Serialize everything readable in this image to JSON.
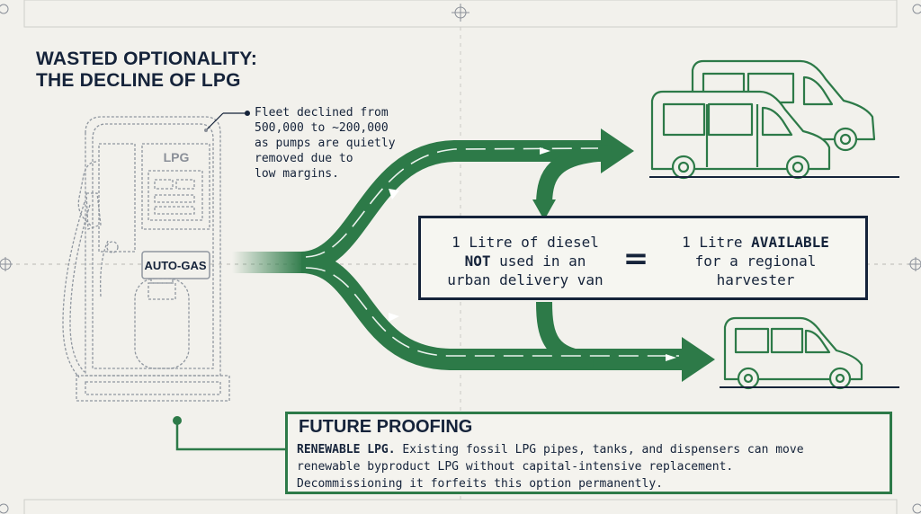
{
  "title": {
    "line1": "WASTED OPTIONALITY:",
    "line2": "THE DECLINE OF LPG"
  },
  "annotation": {
    "lines": [
      "Fleet declined from",
      "500,000 to ~200,000",
      "as pumps are quietly",
      "removed due to",
      "low margins."
    ]
  },
  "pump": {
    "top_label": "LPG",
    "sign_label": "AUTO-GAS"
  },
  "equation": {
    "left": {
      "line1": "1 Litre of diesel",
      "line2_bold": "NOT",
      "line2_rest": " used in an",
      "line3": "urban delivery van"
    },
    "sign": "=",
    "right": {
      "line1_prefix": "1 Litre ",
      "line1_bold": "AVAILABLE",
      "line2": "for a regional",
      "line3": "harvester"
    }
  },
  "future": {
    "title": "FUTURE PROOFING",
    "line1_bold": "RENEWABLE LPG.",
    "line1_rest": " Existing fossil LPG pipes, tanks, and dispensers can move",
    "line2": "renewable byproduct LPG without capital-intensive replacement.",
    "line3": "Decommissioning it forfeits this option permanently."
  },
  "colors": {
    "navy": "#15233a",
    "green": "#2d7a48",
    "background": "#f2f1ec"
  }
}
